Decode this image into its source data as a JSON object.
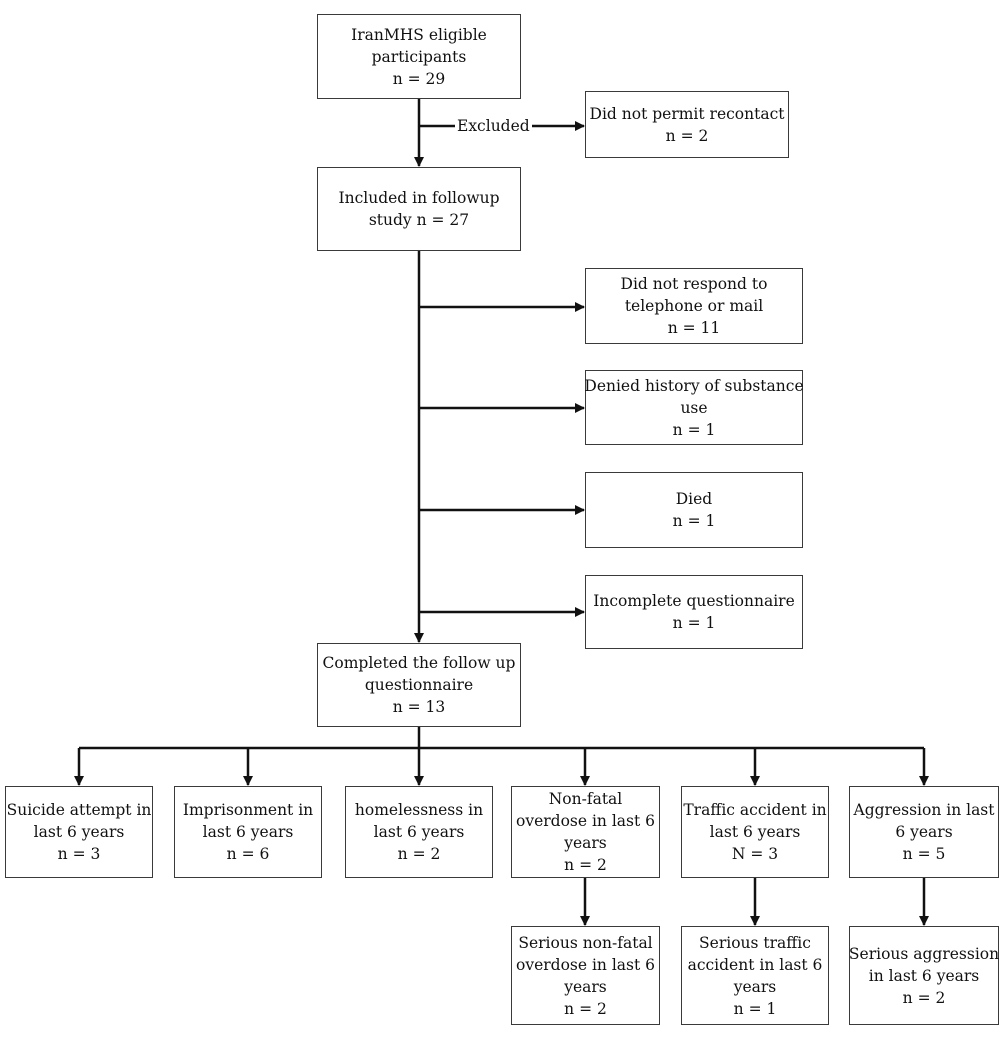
{
  "nodes": {
    "eligible": [
      "IranMHS eligible",
      "participants",
      "n = 29"
    ],
    "no_recontact": [
      "Did not permit recontact",
      "n = 2"
    ],
    "included": [
      "Included in followup",
      "study n = 27"
    ],
    "no_response": [
      "Did not respond to",
      "telephone or mail",
      "n = 11"
    ],
    "denied_history": [
      "Denied history of substance",
      "use",
      "n = 1"
    ],
    "died": [
      "Died",
      "n = 1"
    ],
    "incomplete": [
      "Incomplete questionnaire",
      "n = 1"
    ],
    "completed": [
      "Completed the follow up",
      "questionnaire",
      "n = 13"
    ],
    "suicide": [
      "Suicide attempt in",
      "last 6 years",
      "n = 3"
    ],
    "imprisonment": [
      "Imprisonment in",
      "last 6 years",
      "n = 6"
    ],
    "homelessness": [
      "homelessness in",
      "last 6 years",
      "n = 2"
    ],
    "overdose": [
      "Non-fatal",
      "overdose in last 6",
      "years",
      "n = 2"
    ],
    "traffic": [
      "Traffic accident in",
      "last 6 years",
      "N = 3"
    ],
    "aggression": [
      "Aggression in last",
      "6 years",
      "n = 5"
    ],
    "serious_overdose": [
      "Serious non-fatal",
      "overdose in last 6",
      "years",
      "n = 2"
    ],
    "serious_traffic": [
      "Serious traffic",
      "accident in last 6",
      "years",
      "n = 1"
    ],
    "serious_aggression": [
      "Serious aggression",
      "in last 6 years",
      "n = 2"
    ]
  },
  "edge_labels": {
    "excluded": "Excluded"
  }
}
